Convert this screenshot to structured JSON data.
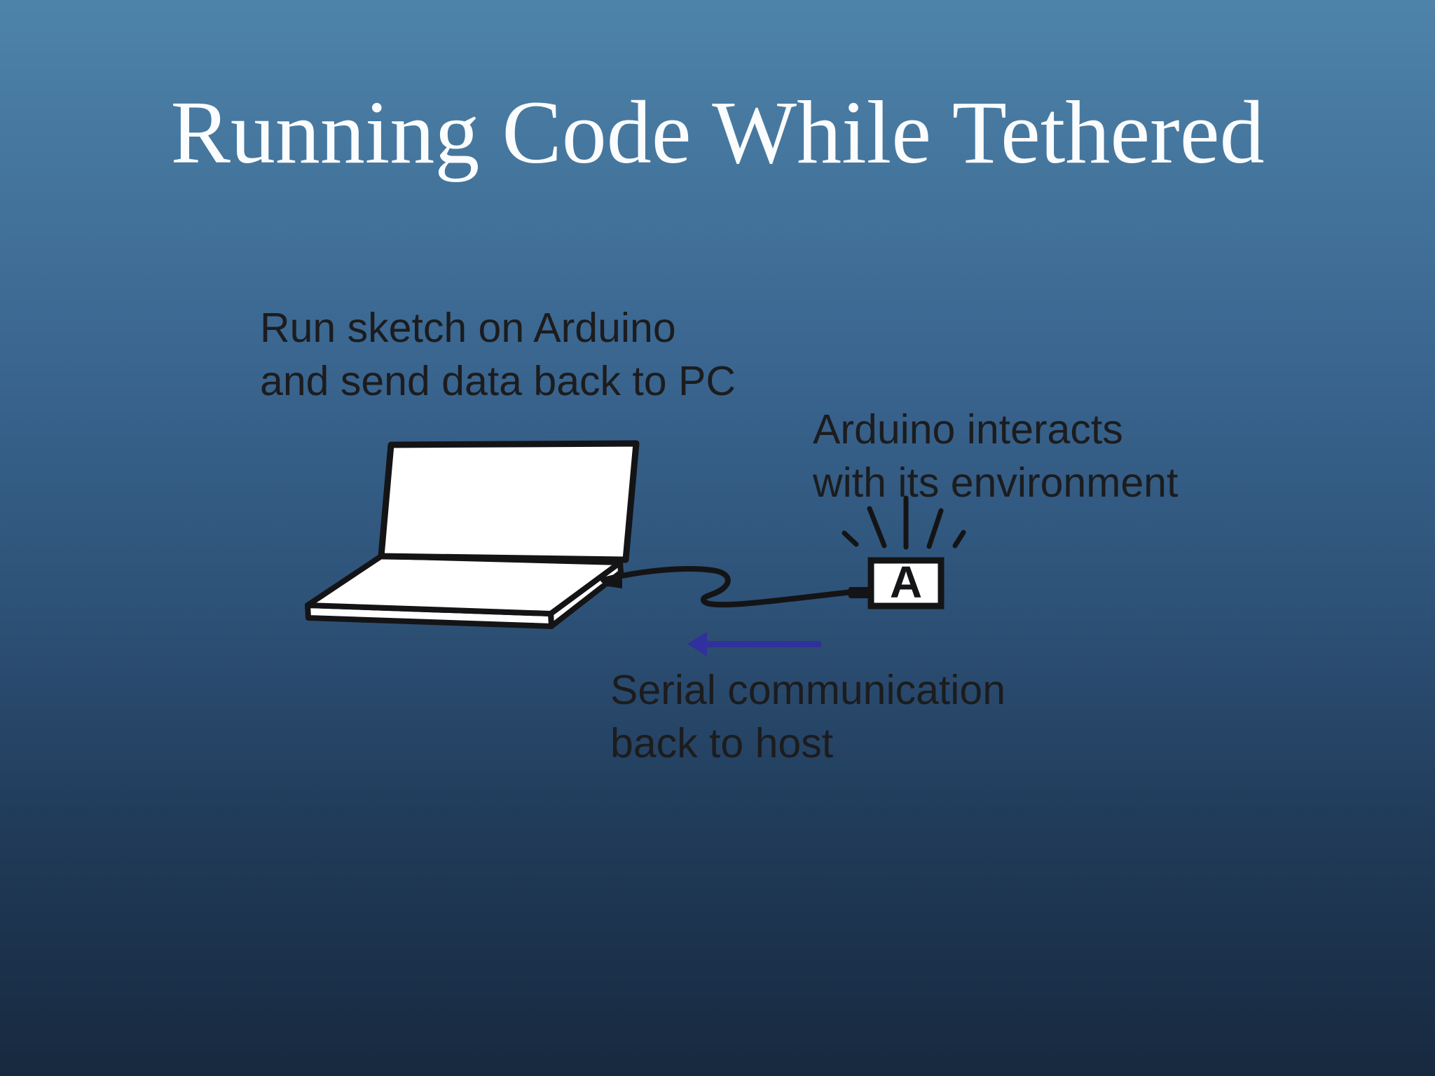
{
  "slide": {
    "title": "Running Code While Tethered"
  },
  "diagram": {
    "labels": {
      "run_sketch": {
        "line1": "Run sketch on Arduino",
        "line2": "and send data back to PC"
      },
      "arduino_interacts": {
        "line1": "Arduino interacts",
        "line2": "with its environment"
      },
      "serial_comm": {
        "line1": "Serial communication",
        "line2": "back to host"
      }
    },
    "arduino_box_label": "A",
    "colors": {
      "background_top": "#4e83a9",
      "background_bottom": "#17293f",
      "title_text": "#fafcfd",
      "label_text": "#1c1c1e",
      "line_art": "#141416",
      "arrow": "#31309c"
    }
  }
}
